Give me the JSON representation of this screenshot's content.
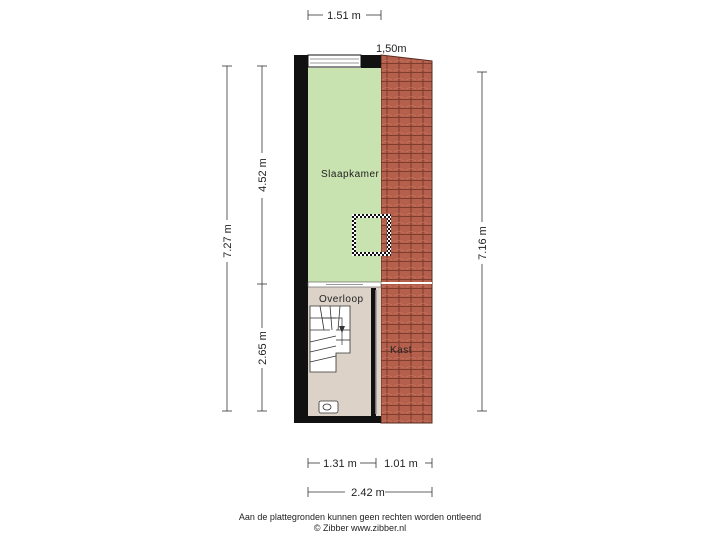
{
  "dimensions": {
    "top_width": "1.51 m",
    "top_window": "1,50m",
    "left_total": "7.27 m",
    "left_upper": "4.52 m",
    "left_lower": "2.65 m",
    "right_total": "7.16 m",
    "bottom_left": "1.31 m",
    "bottom_right": "1.01 m",
    "bottom_total": "2.42 m"
  },
  "rooms": {
    "bedroom": "Slaapkamer",
    "landing": "Overloop",
    "storage": "Kast"
  },
  "footer": {
    "line1": "Aan de plattegronden kunnen geen rechten worden ontleend",
    "line2": "© Zibber www.zibber.nl"
  },
  "colors": {
    "bedroom": "#c8e2b0",
    "landing": "#dcd2c8",
    "roof_tiles": "#b5624e",
    "walls": "#111111"
  }
}
